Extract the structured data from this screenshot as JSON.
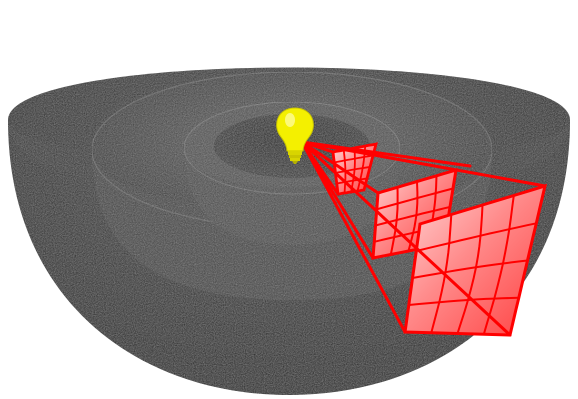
{
  "diagram": {
    "colors": {
      "background": "#ffffff",
      "shell_dark": "#1c1c1c",
      "shell_mid": "#3a3a3a",
      "shell_light": "#6e6e6e",
      "bulb": "#f4f000",
      "bulb_base": "#c9c400",
      "ray": "#ff0000",
      "patch_fill": "#ff4d4d",
      "patch_highlight": "#ffd6d6"
    },
    "elements": {
      "bulb": "light-bulb-icon",
      "shells": [
        "outer-shell",
        "middle-shell",
        "inner-shell"
      ],
      "patches": [
        "near-patch",
        "mid-patch",
        "far-patch"
      ],
      "patch_grid": {
        "rows": 4,
        "cols": 4
      }
    }
  }
}
